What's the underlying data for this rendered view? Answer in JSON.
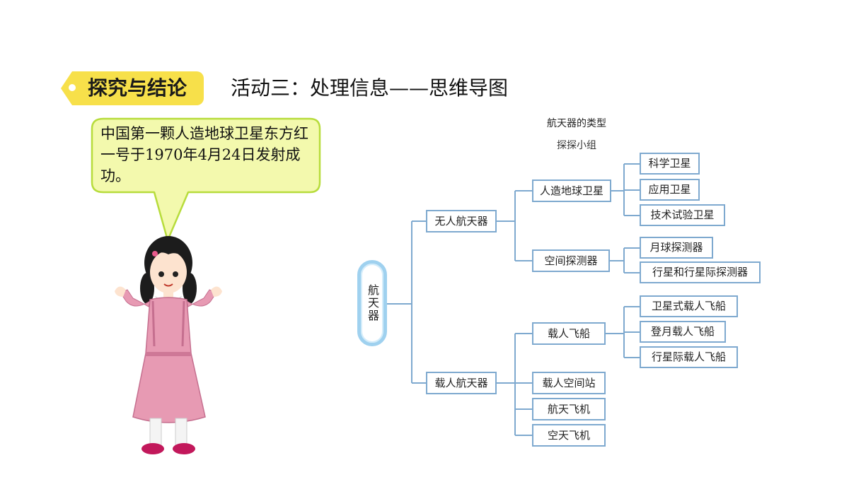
{
  "header": {
    "badge_label": "探究与结论",
    "activity_title": "活动三：处理信息——思维导图"
  },
  "speech_bubble": {
    "text": "中国第一颗人造地球卫星东方红一号于1970年4月24日发射成功。"
  },
  "mind_map": {
    "title": "航天器的类型",
    "subtitle": "探探小组",
    "root": "航天器",
    "branches": [
      {
        "label": "无人航天器",
        "children": [
          {
            "label": "人造地球卫星",
            "children": [
              "科学卫星",
              "应用卫星",
              "技术试验卫星"
            ]
          },
          {
            "label": "空间探测器",
            "children": [
              "月球探测器",
              "行星和行星际探测器"
            ]
          }
        ]
      },
      {
        "label": "载人航天器",
        "children": [
          {
            "label": "载人飞船",
            "children": [
              "卫星式载人飞船",
              "登月载人飞船",
              "行星际载人飞船"
            ]
          },
          {
            "label": "载人空间站",
            "children": []
          },
          {
            "label": "航天飞机",
            "children": []
          },
          {
            "label": "空天飞机",
            "children": []
          }
        ]
      }
    ]
  },
  "colors": {
    "badge": "#f7e04a",
    "bubble_fill": "#f3f9ad",
    "bubble_border": "#b7dc3c",
    "node_border": "#7ea9cf",
    "connector": "#7ea9cf"
  }
}
